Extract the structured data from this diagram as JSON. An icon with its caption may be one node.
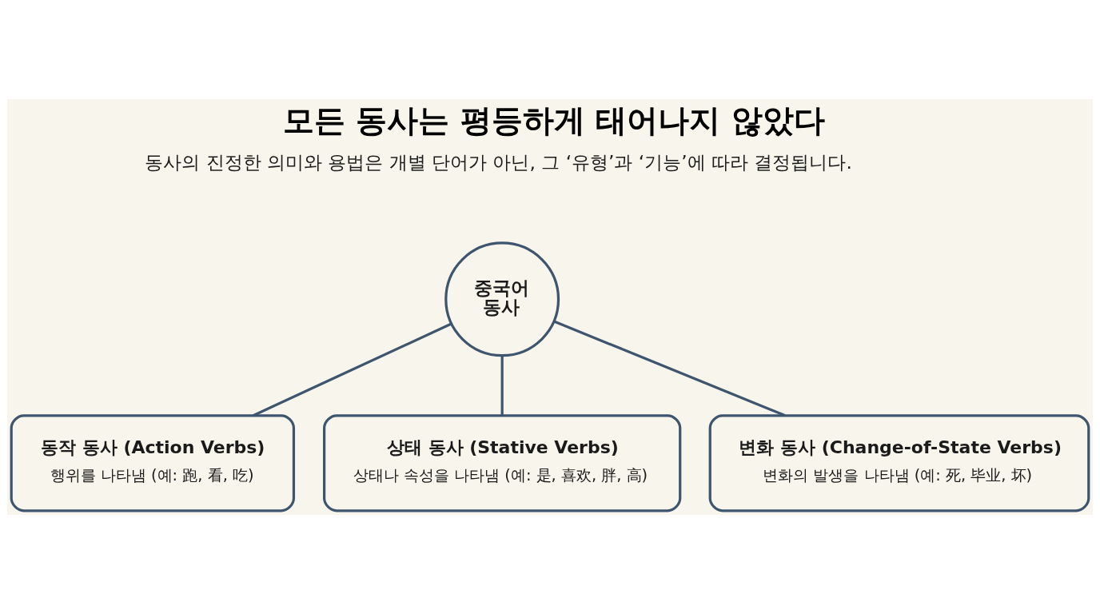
{
  "diagram": {
    "title": "모든 동사는 평등하게 태어나지 않았다",
    "nodes": [
      {
        "text": [
          "중국어 동사"
        ]
      },
      {
        "text": [
          "동작 동사 (Action Verbs)",
          "행위를 나타냄 (예: 跑, 看, 吃)"
        ]
      },
      {
        "text": [
          "상태 동사 (Stative Verbs)",
          "상태나 속성을 나타냄 (예: 是, 喜欢, 胖, 高)"
        ]
      },
      {
        "text": [
          "변화 동사 (Change-of-State Verbs)",
          "변화의 발생을 나타냄 (예: 死, 毕业, 坏)"
        ]
      }
    ],
    "edges": [
      {
        "from": 0,
        "to": 1,
        "arrow": "none"
      },
      {
        "from": 0,
        "to": 2,
        "arrow": "none"
      },
      {
        "from": 0,
        "to": 3,
        "arrow": "none"
      }
    ],
    "labels": [
      "동사의 진정한 의미와 용법은 개별 단어가 아닌, 그 ‘유형’과 ‘기능’에 따라 결정됩니다."
    ]
  }
}
